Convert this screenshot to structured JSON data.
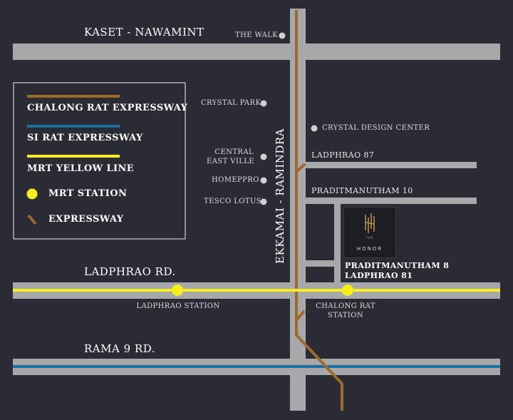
{
  "colors": {
    "background": "#2b2b35",
    "road": "#a8a8ab",
    "chalong_rat_expressway": "#9c6a2b",
    "si_rat_expressway": "#1e6fa0",
    "mrt_yellow_line": "#f6ee1d",
    "poi_dot": "#cfcfd2",
    "legend_border": "#cfcfd2"
  },
  "roads": {
    "kaset_nawamint": "KASET - NAWAMINT",
    "ladphrao_rd": "LADPHRAO  RD.",
    "rama9_rd": "RAMA 9  RD.",
    "ekkamai_ramindra": "EKKAMAI - RAMINDRA",
    "ladphrao_87": "LADPHRAO  87",
    "praditmanutham_10": "PRADITMANUTHAM  10",
    "praditmanutham_8": "PRADITMANUTHAM  8",
    "ladphrao_81": "LADPHRAO  81"
  },
  "pois": {
    "the_walk": "THE WALK",
    "crystal_park": "CRYSTAL PARK",
    "crystal_design_center": "CRYSTAL DESIGN CENTER",
    "central_line1": "CENTRAL",
    "central_line2": "EAST VILLE",
    "homepro": "HOMEPPRO",
    "tesco": "TESCO LOTUS"
  },
  "stations": {
    "ladphrao": "LADPHRAO STATION",
    "chalong_line1": "CHALONG RAT",
    "chalong_line2": "STATION"
  },
  "project": {
    "logo_small_text": "THE",
    "name": "HONOR"
  },
  "legend": {
    "items": [
      {
        "label": "CHALONG RAT EXPRESSWAY",
        "symbol": "line",
        "color": "#9c6a2b"
      },
      {
        "label": "SI RAT EXPRESSWAY",
        "symbol": "line",
        "color": "#1e6fa0"
      },
      {
        "label": "MRT YELLOW LINE",
        "symbol": "line",
        "color": "#f6ee1d"
      },
      {
        "label": "MRT STATION",
        "symbol": "dot",
        "color": "#f6ee1d"
      },
      {
        "label": "EXPRESSWAY",
        "symbol": "ramp",
        "color": "#9c6a2b"
      }
    ]
  }
}
